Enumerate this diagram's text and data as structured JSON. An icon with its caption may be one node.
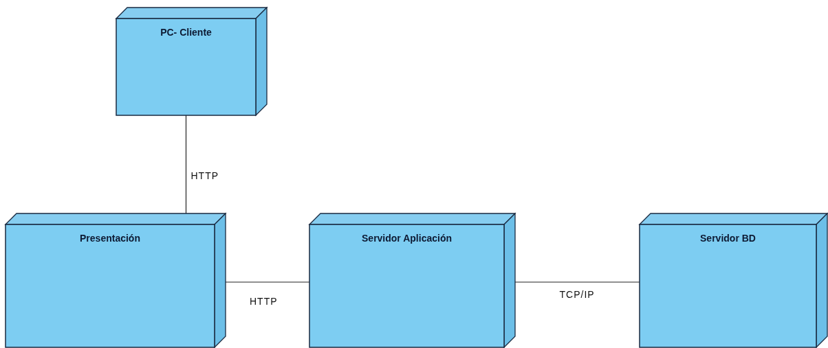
{
  "diagram": {
    "nodes": [
      {
        "text": [
          "PC- Cliente"
        ]
      },
      {
        "text": [
          "Presentación"
        ]
      },
      {
        "text": [
          "Servidor Aplicación"
        ]
      },
      {
        "text": [
          "Servidor BD"
        ]
      }
    ],
    "edges": [
      {
        "from": 0,
        "to": 1,
        "arrow": "none",
        "label": "HTTP"
      },
      {
        "from": 1,
        "to": 2,
        "arrow": "none",
        "label": "HTTP"
      },
      {
        "from": 2,
        "to": 3,
        "arrow": "none",
        "label": "TCP/IP"
      }
    ]
  }
}
